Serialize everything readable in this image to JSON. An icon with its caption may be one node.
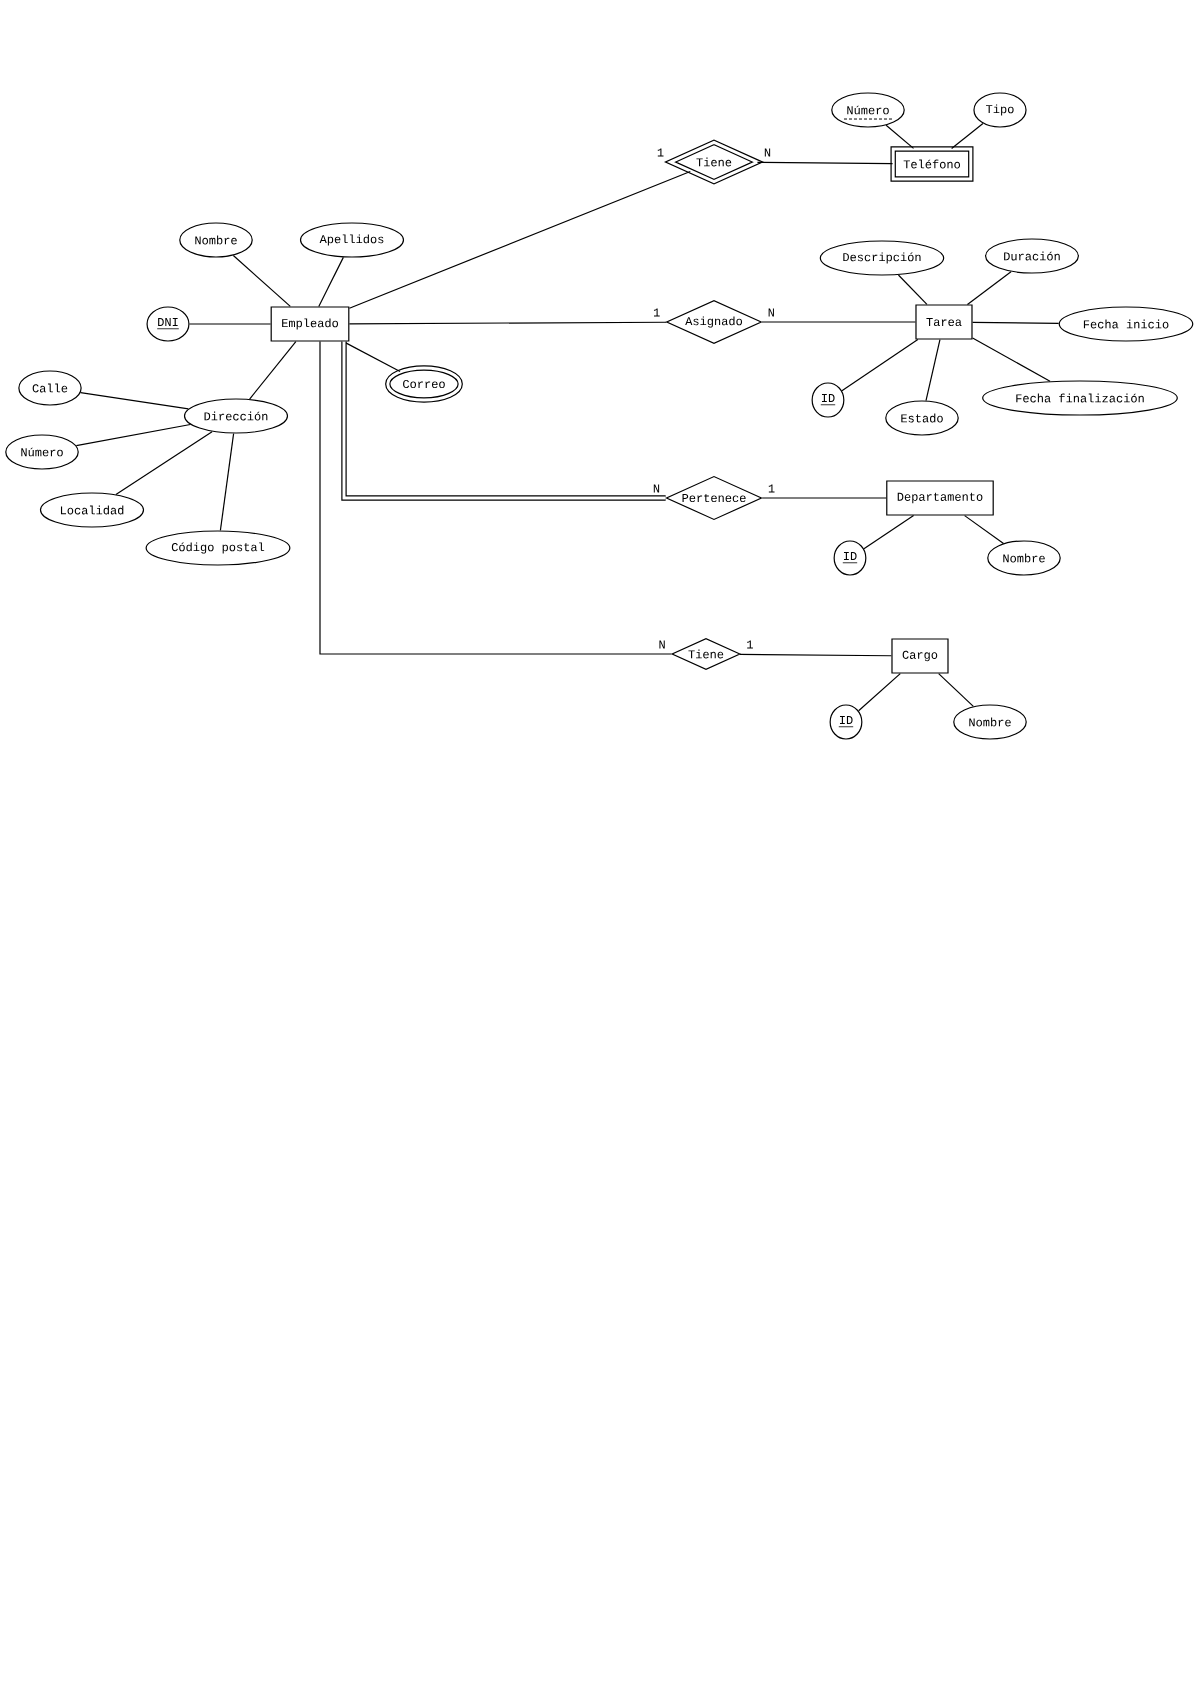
{
  "diagram": {
    "nodes": [
      {
        "text": [
          "Empleado"
        ]
      },
      {
        "text": [
          "Nombre"
        ]
      },
      {
        "text": [
          "Apellidos"
        ]
      },
      {
        "text": [
          "DNI"
        ]
      },
      {
        "text": [
          "Correo"
        ]
      },
      {
        "text": [
          "Dirección"
        ]
      },
      {
        "text": [
          "Calle"
        ]
      },
      {
        "text": [
          "Número"
        ]
      },
      {
        "text": [
          "Localidad"
        ]
      },
      {
        "text": [
          "Código postal"
        ]
      },
      {
        "text": [
          "Tiene"
        ]
      },
      {
        "text": [
          "Teléfono"
        ]
      },
      {
        "text": [
          "Número"
        ]
      },
      {
        "text": [
          "Tipo"
        ]
      },
      {
        "text": [
          "Asignado"
        ]
      },
      {
        "text": [
          "Tarea"
        ]
      },
      {
        "text": [
          "Descripción"
        ]
      },
      {
        "text": [
          "Duración"
        ]
      },
      {
        "text": [
          "Fecha inicio"
        ]
      },
      {
        "text": [
          "ID"
        ]
      },
      {
        "text": [
          "Estado"
        ]
      },
      {
        "text": [
          "Fecha finalización"
        ]
      },
      {
        "text": [
          "Pertenece"
        ]
      },
      {
        "text": [
          "Departamento"
        ]
      },
      {
        "text": [
          "ID"
        ]
      },
      {
        "text": [
          "Nombre"
        ]
      },
      {
        "text": [
          "Tiene"
        ]
      },
      {
        "text": [
          "Cargo"
        ]
      },
      {
        "text": [
          "ID"
        ]
      },
      {
        "text": [
          "Nombre"
        ]
      }
    ],
    "edges": [
      {
        "from": 0,
        "to": 1,
        "arrow": "none"
      },
      {
        "from": 0,
        "to": 2,
        "arrow": "none"
      },
      {
        "from": 0,
        "to": 3,
        "arrow": "none"
      },
      {
        "from": 0,
        "to": 4,
        "arrow": "none"
      },
      {
        "from": 0,
        "to": 5,
        "arrow": "none"
      },
      {
        "from": 5,
        "to": 6,
        "arrow": "none"
      },
      {
        "from": 5,
        "to": 7,
        "arrow": "none"
      },
      {
        "from": 5,
        "to": 8,
        "arrow": "none"
      },
      {
        "from": 5,
        "to": 9,
        "arrow": "none"
      },
      {
        "from": 0,
        "to": 10,
        "arrow": "none",
        "label": "1"
      },
      {
        "from": 10,
        "to": 11,
        "arrow": "none",
        "label": "N"
      },
      {
        "from": 11,
        "to": 12,
        "arrow": "none"
      },
      {
        "from": 11,
        "to": 13,
        "arrow": "none"
      },
      {
        "from": 0,
        "to": 14,
        "arrow": "none",
        "label": "1"
      },
      {
        "from": 14,
        "to": 15,
        "arrow": "none",
        "label": "N"
      },
      {
        "from": 15,
        "to": 16,
        "arrow": "none"
      },
      {
        "from": 15,
        "to": 17,
        "arrow": "none"
      },
      {
        "from": 15,
        "to": 18,
        "arrow": "none"
      },
      {
        "from": 15,
        "to": 19,
        "arrow": "none"
      },
      {
        "from": 15,
        "to": 20,
        "arrow": "none"
      },
      {
        "from": 15,
        "to": 21,
        "arrow": "none"
      },
      {
        "from": 0,
        "to": 22,
        "arrow": "none",
        "label": "N",
        "style": "thick"
      },
      {
        "from": 22,
        "to": 23,
        "arrow": "none",
        "label": "1"
      },
      {
        "from": 23,
        "to": 24,
        "arrow": "none"
      },
      {
        "from": 23,
        "to": 25,
        "arrow": "none"
      },
      {
        "from": 0,
        "to": 26,
        "arrow": "none",
        "label": "N"
      },
      {
        "from": 26,
        "to": 27,
        "arrow": "none",
        "label": "1"
      },
      {
        "from": 27,
        "to": 28,
        "arrow": "none"
      },
      {
        "from": 27,
        "to": 29,
        "arrow": "none"
      }
    ]
  }
}
